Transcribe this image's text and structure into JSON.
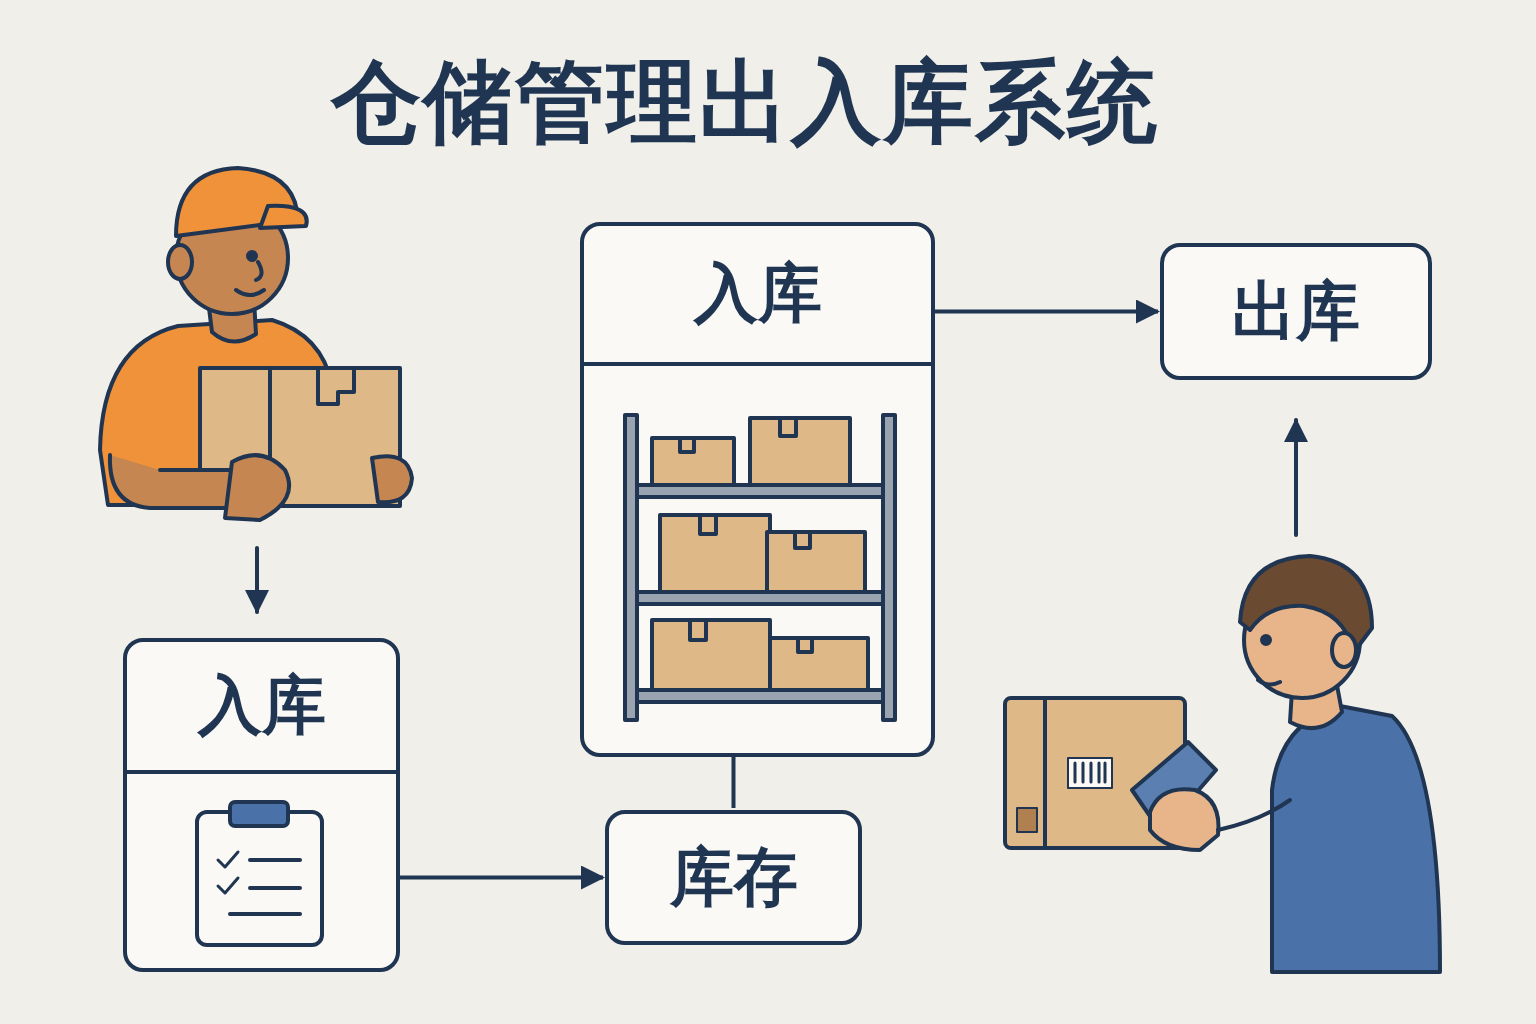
{
  "diagram": {
    "title": "仓储管理出入库系统",
    "nodes": [
      {
        "text": [
          "入库"
        ]
      },
      {
        "text": [
          "出库"
        ]
      },
      {
        "text": [
          "入库"
        ]
      },
      {
        "text": [
          "库存"
        ]
      }
    ],
    "edges": [
      {
        "from": 0,
        "to": 1,
        "arrow": "to"
      },
      {
        "from": 0,
        "to": 3,
        "arrow": "none"
      },
      {
        "from": 2,
        "to": 3,
        "arrow": "to"
      }
    ]
  }
}
